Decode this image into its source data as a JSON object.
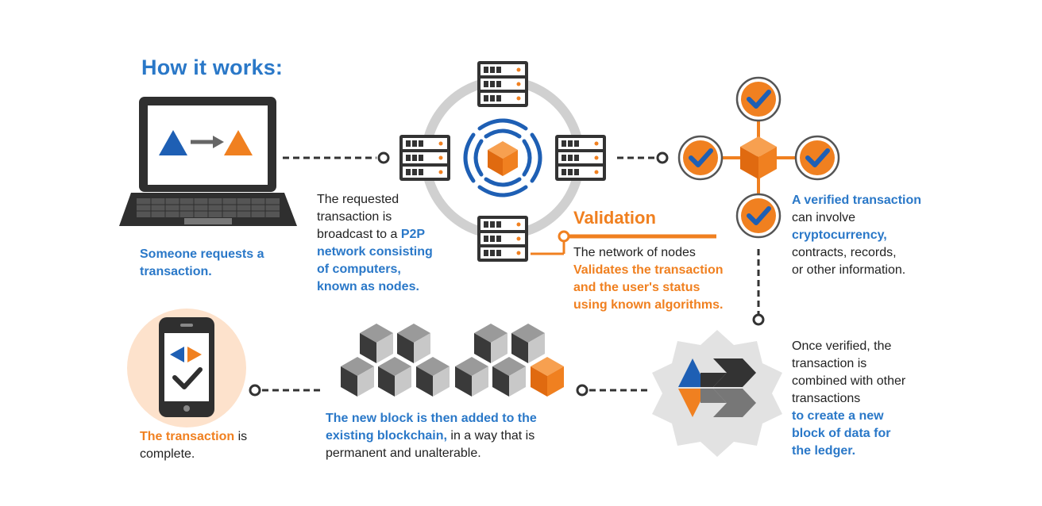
{
  "title": "How it works:",
  "step1": {
    "text_blue": "Someone requests a",
    "text_blue2": "transaction."
  },
  "step2": {
    "line1": "The requested",
    "line2": "transaction is",
    "line3_plain": "broadcast to a ",
    "line3_blue": "P2P",
    "line4": "network consisting",
    "line5": "of computers,",
    "line6": "known as nodes."
  },
  "validation": {
    "title": "Validation",
    "line1": "The network of nodes",
    "line2": "Validates the transaction",
    "line3": "and the user's status",
    "line4": "using known algorithms."
  },
  "step3": {
    "line1_blue": "A verified transaction",
    "line2": "can involve",
    "line3_blue": "cryptocurrency,",
    "line4": "contracts, records,",
    "line5": "or other information."
  },
  "step4": {
    "line1": "Once verified, the",
    "line2": "transaction is",
    "line3": "combined with other",
    "line4": "transactions",
    "line5_blue": "to create a new",
    "line6_blue": "block of data for",
    "line7_blue": "the ledger."
  },
  "step5": {
    "line1_blue": "The new block is then added to the",
    "line2_blue": "existing blockchain,",
    "line2_plain": " in a way that is",
    "line3": "permanent and unalterable."
  },
  "step6": {
    "line1_orange": "The transaction",
    "line1_plain": " is",
    "line2": "complete."
  },
  "colors": {
    "blue": "#2a78c8",
    "orange": "#f08020",
    "dark": "#333333",
    "gray": "#cccccc"
  }
}
